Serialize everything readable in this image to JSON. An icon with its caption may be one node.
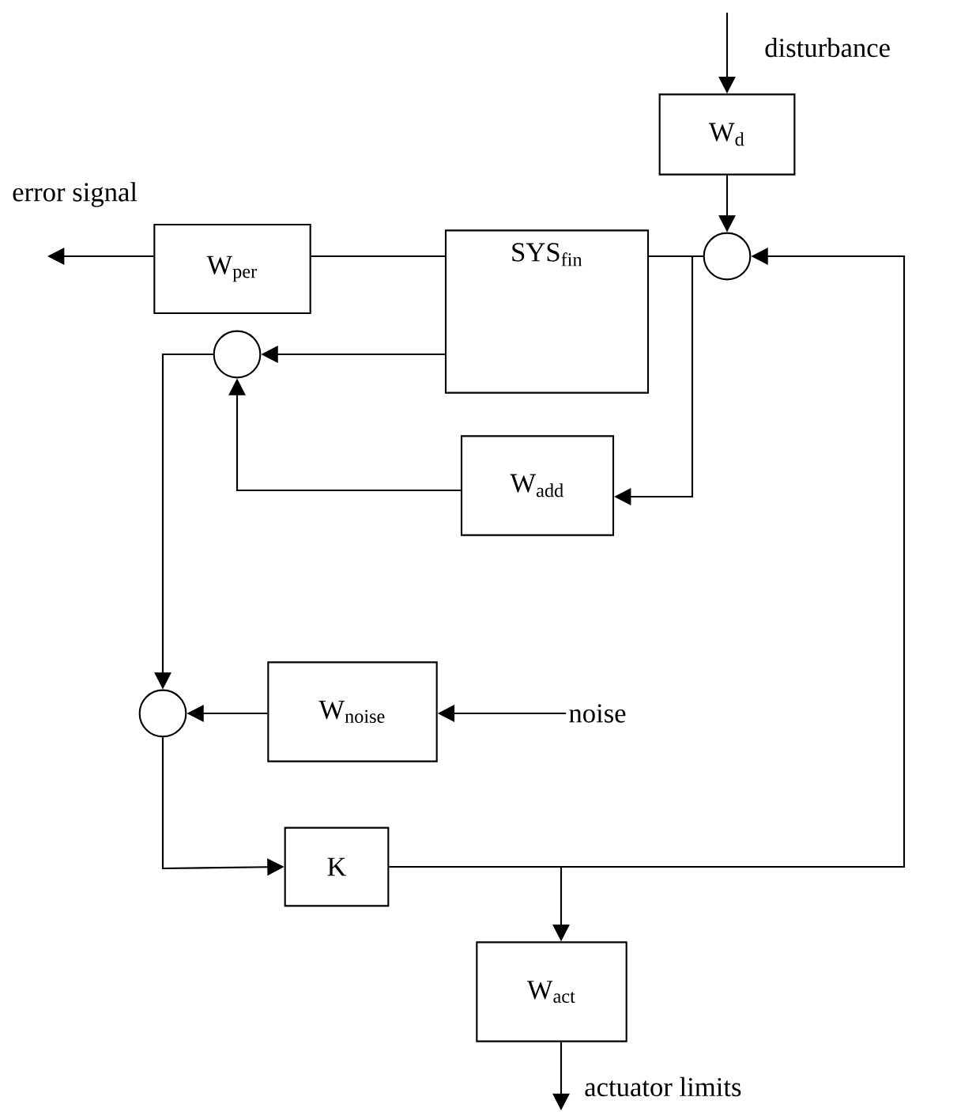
{
  "diagram": {
    "nodes": [
      {
        "text": [
          "W$_{d}$"
        ]
      },
      {
        "text": [],
        "shape": "circle"
      },
      {
        "text": [
          "SYS$_{fin}$"
        ]
      },
      {
        "text": [
          "W$_{per}$"
        ]
      },
      {
        "text": [],
        "shape": "circle"
      },
      {
        "text": [
          "W$_{add}$"
        ]
      },
      {
        "text": [],
        "shape": "circle"
      },
      {
        "text": [
          "W$_{noise}$"
        ]
      },
      {
        "text": [
          "K"
        ]
      },
      {
        "text": [
          "W$_{act}$"
        ]
      },
      {
        "text": [
          "noise"
        ]
      }
    ],
    "edges": [
      {
        "from": null,
        "to": 0,
        "arrow": "to",
        "label": "disturbance"
      },
      {
        "from": 0,
        "to": 1,
        "arrow": "to"
      },
      {
        "from": 1,
        "to": 2,
        "arrow": "none"
      },
      {
        "from": 1,
        "to": 5,
        "arrow": "to"
      },
      {
        "from": 2,
        "to": 3,
        "arrow": "none"
      },
      {
        "from": 3,
        "to": null,
        "arrow": "to",
        "label": "error signal"
      },
      {
        "from": 2,
        "to": 4,
        "arrow": "to"
      },
      {
        "from": 5,
        "to": 4,
        "arrow": "to"
      },
      {
        "from": 4,
        "to": 6,
        "arrow": "to"
      },
      {
        "from": 10,
        "to": 7,
        "arrow": "to"
      },
      {
        "from": 7,
        "to": 6,
        "arrow": "to"
      },
      {
        "from": 6,
        "to": 8,
        "arrow": "to"
      },
      {
        "from": 8,
        "to": 1,
        "arrow": "to"
      },
      {
        "from": 8,
        "to": 9,
        "arrow": "to"
      },
      {
        "from": 9,
        "to": null,
        "arrow": "to",
        "label": "actuator limits"
      }
    ]
  }
}
